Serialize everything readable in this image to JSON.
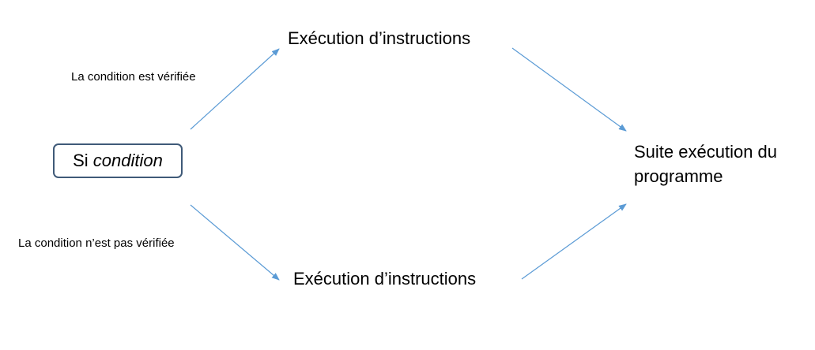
{
  "decision": {
    "prefix": "Si",
    "condition": "condition"
  },
  "branches": {
    "true_label": "La condition est vérifiée",
    "false_label": "La condition n’est pas vérifiée"
  },
  "nodes": {
    "top_action": "Exécution d’instructions",
    "bottom_action": "Exécution d’instructions",
    "result_line1": "Suite exécution du",
    "result_line2": "programme"
  },
  "colors": {
    "arrow": "#5b9bd5",
    "box_border": "#3f5a78"
  }
}
